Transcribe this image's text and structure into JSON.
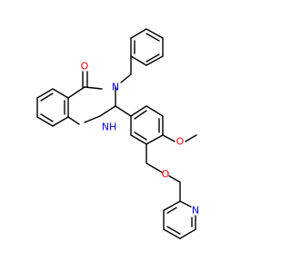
{
  "structure": {
    "atom_labels": {
      "carbonyl_oxygen": "O",
      "amide_nitrogen": "N",
      "amine_nh": "NH",
      "ether_oxygen": "O",
      "pyridyl_ether_oxygen": "O",
      "pyridine_nitrogen": "N"
    },
    "colors": {
      "bond": "#000000",
      "oxygen": "#ff0000",
      "nitrogen": "#0000ff",
      "background": "#ffffff"
    }
  }
}
